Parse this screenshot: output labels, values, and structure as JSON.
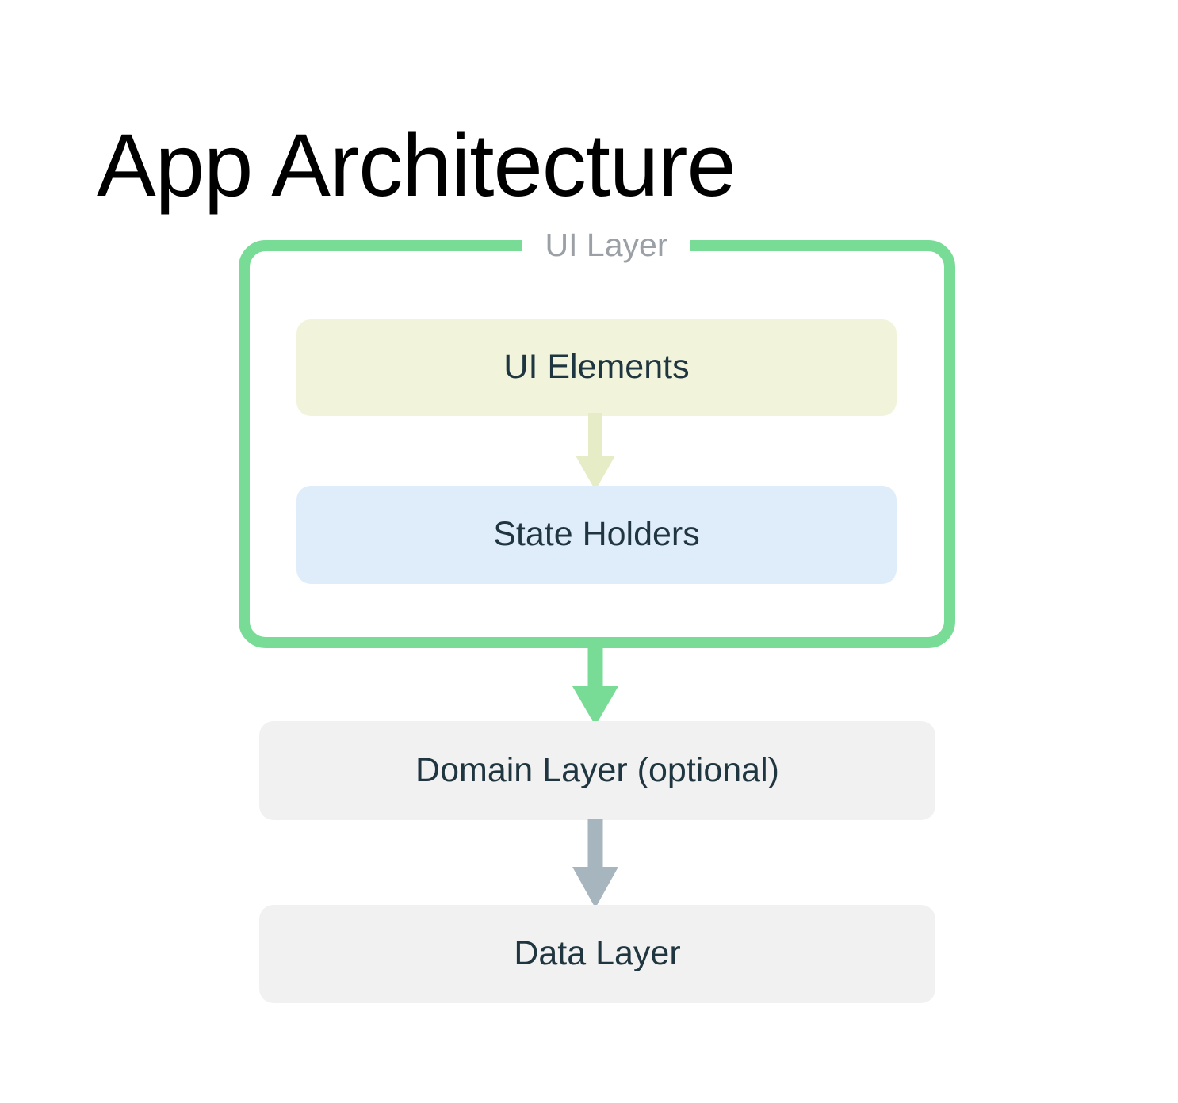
{
  "page": {
    "title": "App Architecture",
    "background_color": "#FFFFFF"
  },
  "diagram": {
    "type": "layered-architecture",
    "container": {
      "id": "ui-layer",
      "label": "UI Layer",
      "border_color": "#79DC96",
      "label_color": "#9AA0A6",
      "style": "rounded-outlined-fieldset"
    },
    "nodes": [
      {
        "id": "ui-elements",
        "label": "UI Elements",
        "background_color": "#F1F4DB",
        "text_color": "#1F3540",
        "parent": "ui-layer"
      },
      {
        "id": "state-holders",
        "label": "State Holders",
        "background_color": "#DFEDFB",
        "text_color": "#1F3540",
        "parent": "ui-layer"
      },
      {
        "id": "domain-layer",
        "label": "Domain Layer (optional)",
        "background_color": "#F1F1F1",
        "text_color": "#1F3540",
        "parent": null
      },
      {
        "id": "data-layer",
        "label": "Data Layer",
        "background_color": "#F1F1F1",
        "text_color": "#1F3540",
        "parent": null
      }
    ],
    "arrows": [
      {
        "id": "ui-elements-to-state-holders",
        "from": "ui-elements",
        "to": "state-holders",
        "color": "#E6ECC6",
        "direction": "down"
      },
      {
        "id": "ui-layer-to-domain-layer",
        "from": "ui-layer",
        "to": "domain-layer",
        "color": "#79DC96",
        "direction": "down"
      },
      {
        "id": "domain-layer-to-data-layer",
        "from": "domain-layer",
        "to": "data-layer",
        "color": "#A7B5BE",
        "direction": "down"
      }
    ]
  }
}
